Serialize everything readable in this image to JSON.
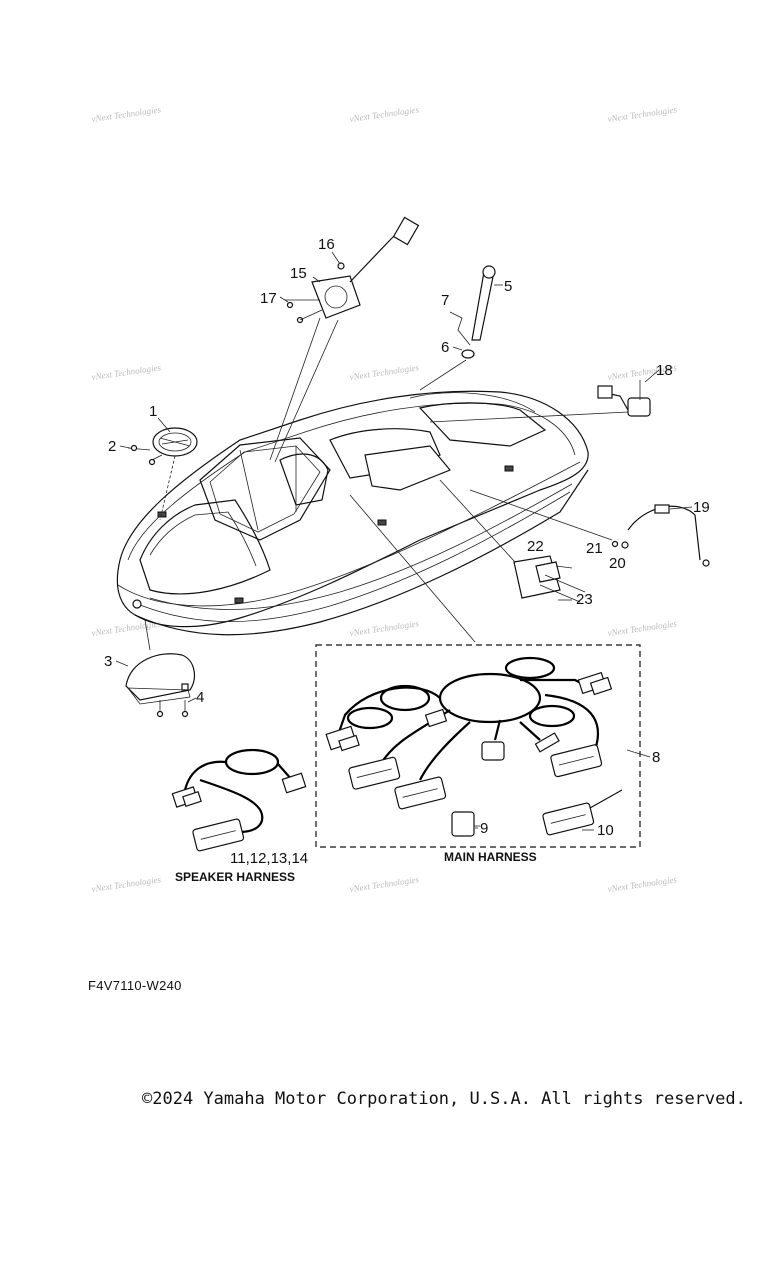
{
  "watermark": {
    "text": "vNext Technologies"
  },
  "callouts": [
    {
      "id": "c1",
      "text": "1"
    },
    {
      "id": "c2",
      "text": "2"
    },
    {
      "id": "c3",
      "text": "3"
    },
    {
      "id": "c4",
      "text": "4"
    },
    {
      "id": "c5",
      "text": "5"
    },
    {
      "id": "c6",
      "text": "6"
    },
    {
      "id": "c7",
      "text": "7"
    },
    {
      "id": "c8",
      "text": "8"
    },
    {
      "id": "c9",
      "text": "9"
    },
    {
      "id": "c10",
      "text": "10"
    },
    {
      "id": "c11",
      "text": "11,12,13,14"
    },
    {
      "id": "c15",
      "text": "15"
    },
    {
      "id": "c16",
      "text": "16"
    },
    {
      "id": "c17",
      "text": "17"
    },
    {
      "id": "c18",
      "text": "18"
    },
    {
      "id": "c19",
      "text": "19"
    },
    {
      "id": "c20",
      "text": "20"
    },
    {
      "id": "c21",
      "text": "21"
    },
    {
      "id": "c22",
      "text": "22"
    },
    {
      "id": "c23",
      "text": "23"
    }
  ],
  "labels": {
    "main_harness": "MAIN HARNESS",
    "speaker_harness": "SPEAKER HARNESS"
  },
  "figure_code": "F4V7110-W240",
  "copyright": "©2024 Yamaha Motor Corporation, U.S.A. All rights reserved."
}
